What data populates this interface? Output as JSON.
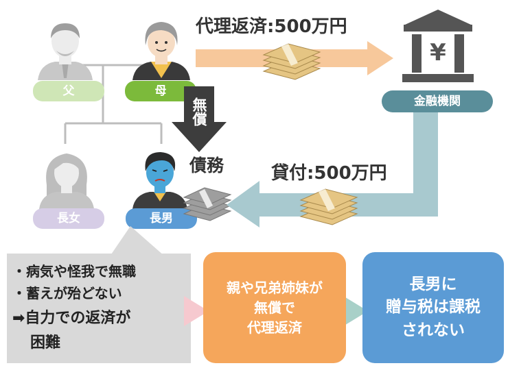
{
  "people": {
    "father": "父",
    "mother": "母",
    "daughter": "長女",
    "son": "長男"
  },
  "bank_label": "金融機関",
  "arrows": {
    "repay_label": "代理返済:500万円",
    "loan_label": "貸付:500万円",
    "gift_label": "無償",
    "debt_label": "債務"
  },
  "situation": {
    "line1": "・病気や怪我で無職",
    "line2": "・蓄えが殆どない",
    "line3": "➡自力での返済が",
    "line4": "困難"
  },
  "family_box": {
    "line1": "親や兄弟姉妹が",
    "line2": "無償で",
    "line3": "代理返済"
  },
  "result_box": {
    "line1": "長男に",
    "line2": "贈与税は課税",
    "line3": "されない"
  },
  "icons": {
    "bank": "bank-yen-icon",
    "money": "money-stack-icon"
  },
  "colors": {
    "orange": "#f5a65b",
    "blue": "#5b9bd5",
    "teal": "#6aa3ad",
    "green": "#7cba3b",
    "gray": "#d9d9d9"
  }
}
